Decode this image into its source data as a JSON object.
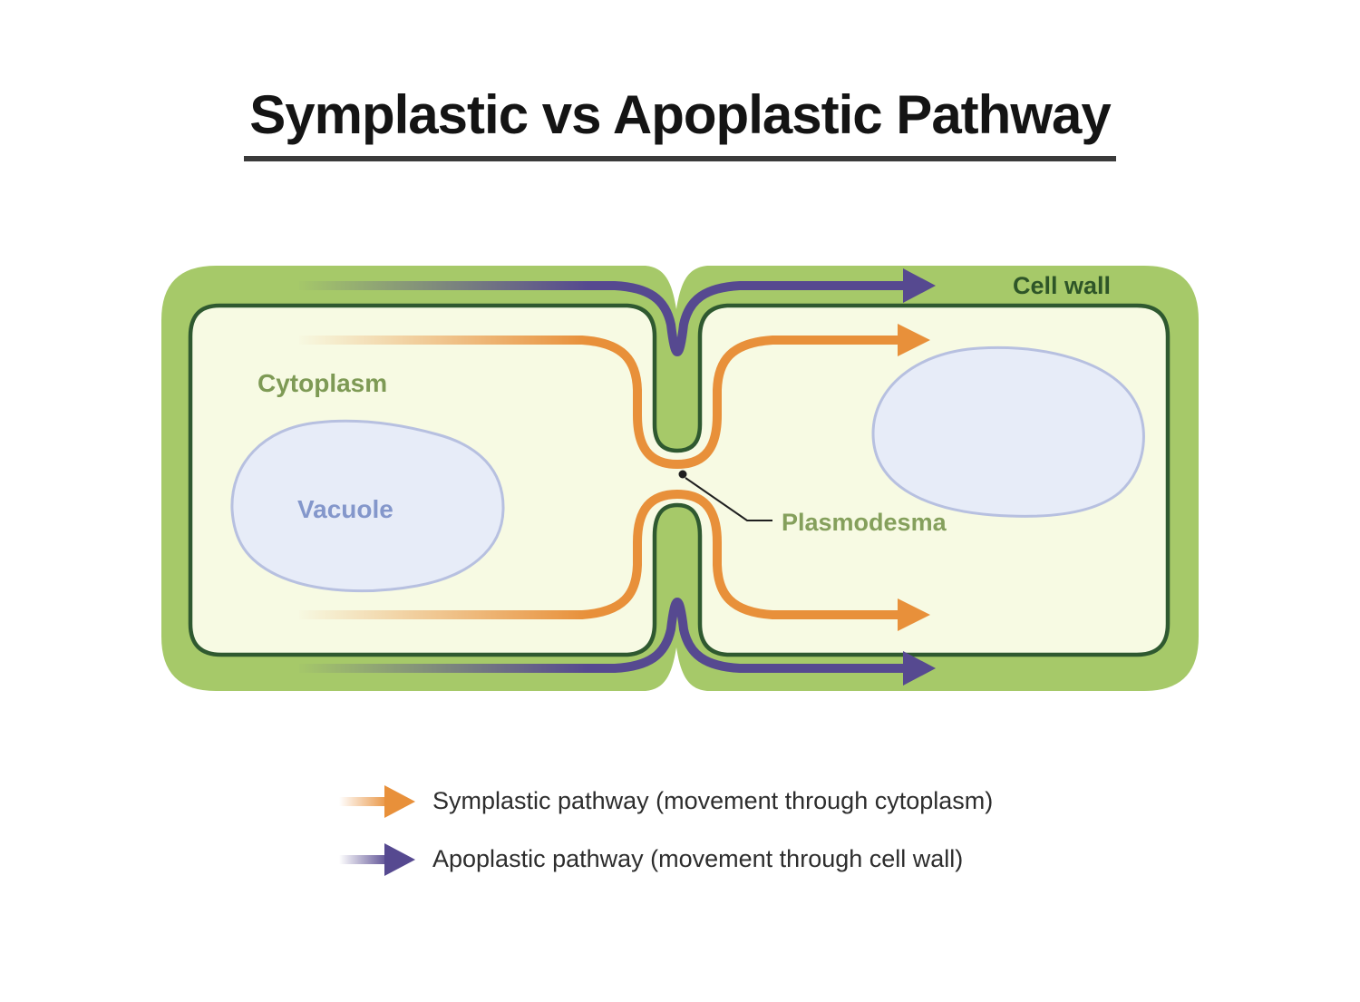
{
  "title": {
    "text": "Symplastic vs Apoplastic Pathway"
  },
  "diagram": {
    "labels": {
      "cell_wall": "Cell wall",
      "cytoplasm": "Cytoplasm",
      "vacuole": "Vacuole",
      "plasmodesma": "Plasmodesma"
    },
    "colors": {
      "cell_wall_green": "#A6C969",
      "cell_border_dark_green": "#2F5930",
      "cytoplasm_fill": "#F7FAE3",
      "vacuole_fill": "#E7ECF8",
      "vacuole_border": "#B7C0E0",
      "symplastic_orange": "#E8903A",
      "apoplastic_purple": "#564990",
      "cell_wall_label_color": "#2E5528",
      "cytoplasm_label_color": "#7E9A55",
      "vacuole_label_color": "#8497CB",
      "plasmodesma_label_color": "#85A05C",
      "leader_line_color": "#1f1f1f"
    }
  },
  "legend": {
    "items": [
      {
        "icon": "orange-right-arrow",
        "color": "#E8903A",
        "label": "Symplastic pathway (movement through cytoplasm)"
      },
      {
        "icon": "purple-right-arrow",
        "color": "#564990",
        "label": "Apoplastic pathway (movement through cell wall)"
      }
    ]
  }
}
